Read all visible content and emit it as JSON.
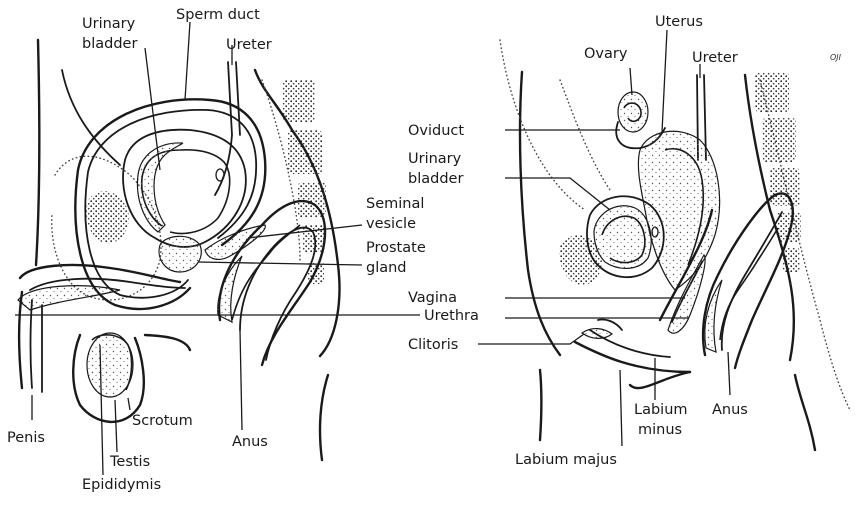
{
  "male": {
    "labels": {
      "urinary_bladder_1": "Urinary",
      "urinary_bladder_2": "bladder",
      "sperm_duct": "Sperm duct",
      "ureter": "Ureter",
      "seminal_vesicle_1": "Seminal",
      "seminal_vesicle_2": "vesicle",
      "prostate_gland_1": "Prostate",
      "prostate_gland_2": "gland",
      "urethra": "Urethra",
      "penis": "Penis",
      "scrotum": "Scrotum",
      "testis": "Testis",
      "epididymis": "Epididymis",
      "anus": "Anus"
    }
  },
  "female": {
    "labels": {
      "ovary": "Ovary",
      "uterus": "Uterus",
      "ureter": "Ureter",
      "oviduct": "Oviduct",
      "urinary_bladder_1": "Urinary",
      "urinary_bladder_2": "bladder",
      "vagina": "Vagina",
      "clitoris": "Clitoris",
      "labium_minus_1": "Labium",
      "labium_minus_2": "minus",
      "labium_majus": "Labium majus",
      "anus": "Anus"
    }
  },
  "artist_mark": "OJI"
}
